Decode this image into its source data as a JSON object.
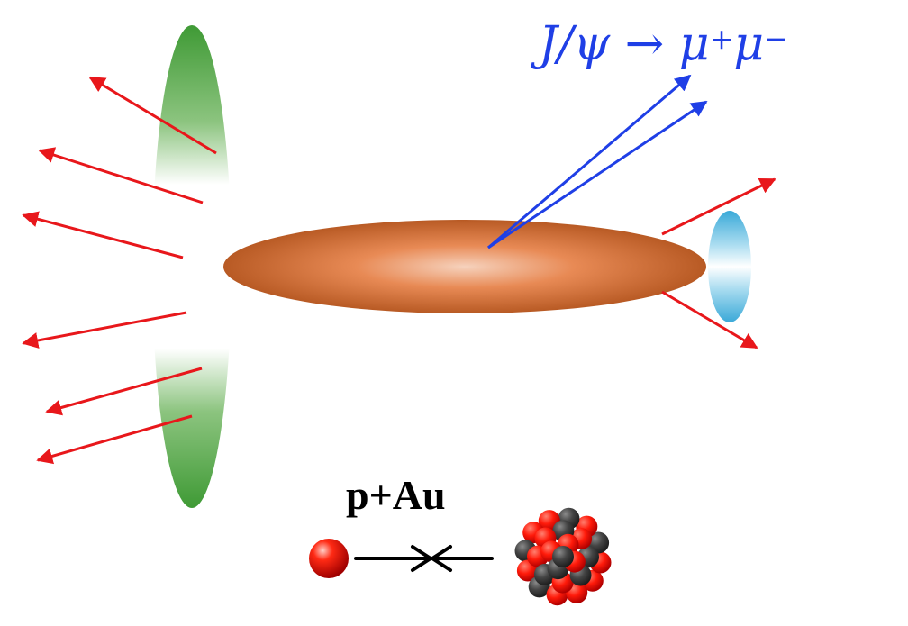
{
  "labels": {
    "decay_main": "J/ψ → μ",
    "decay_plus": "+",
    "decay_mu2": "μ",
    "decay_minus": "−",
    "collision_system": "p+Au"
  },
  "colors": {
    "decay_blue": "#1f3fe6",
    "emission_red": "#e8171b",
    "fireball_orange": "#c8642e",
    "fireball_center": "#f4c9b0",
    "left_remnant_green": "#4a9a3a",
    "right_remnant_blue": "#49b5e0",
    "arrow_black": "#000000",
    "nucleon_red": "#ff1a0a",
    "nucleon_gray": "#3c3c3c"
  },
  "icons": {
    "proton": "red-sphere",
    "gold_nucleus": "red-and-gray-nucleon-cluster"
  }
}
